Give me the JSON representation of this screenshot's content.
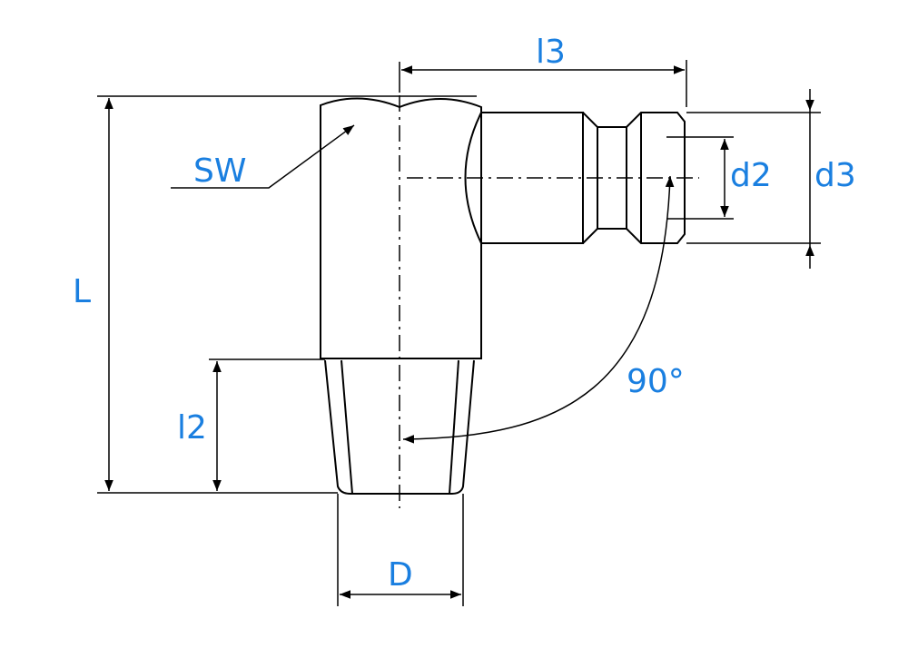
{
  "labels": {
    "sw": "SW",
    "l3": "l3",
    "d2": "d2",
    "d3": "d3",
    "l": "L",
    "l2": "l2",
    "angle": "90°",
    "d": "D"
  },
  "colors": {
    "label": "#1a7fe0",
    "line": "#000000"
  }
}
